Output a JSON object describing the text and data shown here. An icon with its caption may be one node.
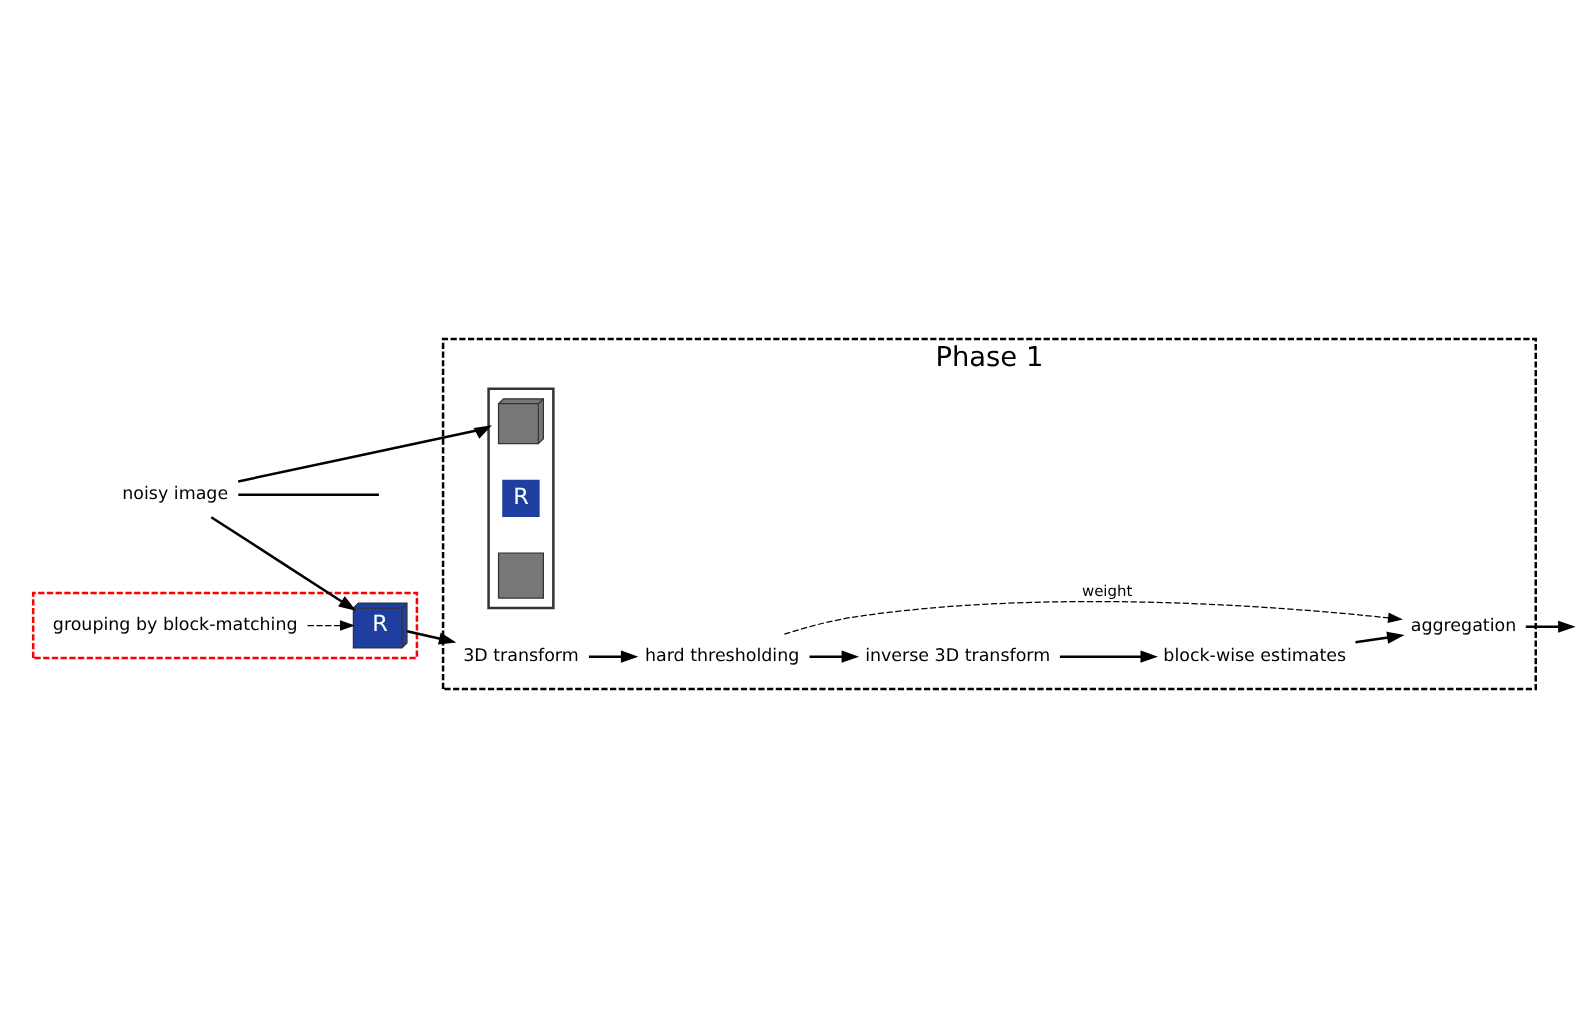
{
  "diagram": {
    "nodes": [
      {
        "text": [
          "Phase 1"
        ]
      },
      {
        "text": [
          "noisy image"
        ]
      },
      {
        "text": [],
        "shape": "box",
        "in": 0
      },
      {
        "text": [],
        "shape": "box",
        "in": 2
      },
      {
        "text": [
          "R"
        ],
        "in": 2
      },
      {
        "text": [],
        "shape": "box",
        "in": 2
      },
      {
        "text": [],
        "shape": "box"
      },
      {
        "text": [
          "grouping by block-matching"
        ],
        "in": 6
      },
      {
        "text": [
          "R"
        ],
        "in": 6
      },
      {
        "text": [
          "3D transform"
        ],
        "in": 0
      },
      {
        "text": [
          "hard thresholding"
        ],
        "in": 0
      },
      {
        "text": [
          "inverse 3D transform"
        ],
        "in": 0
      },
      {
        "text": [
          "block-wise estimates"
        ],
        "in": 0
      },
      {
        "text": [
          "aggregation"
        ],
        "in": 0
      }
    ],
    "edges": [
      {
        "from": 1,
        "to": 2,
        "arrow": "to"
      },
      {
        "from": 1,
        "to": 8,
        "arrow": "to"
      },
      {
        "from": 7,
        "to": 8,
        "arrow": "to",
        "style": "dashed"
      },
      {
        "from": 8,
        "to": 9,
        "arrow": "to"
      },
      {
        "from": 9,
        "to": 10,
        "arrow": "to"
      },
      {
        "from": 10,
        "to": 11,
        "arrow": "to"
      },
      {
        "from": 11,
        "to": 12,
        "arrow": "to"
      },
      {
        "from": 12,
        "to": 13,
        "arrow": "to"
      },
      {
        "from": 10,
        "to": 13,
        "arrow": "to",
        "style": "dashed",
        "label": "weight"
      },
      {
        "from": 13,
        "to": null,
        "arrow": "to"
      },
      {
        "from": 1,
        "to": null,
        "arrow": "none"
      }
    ]
  }
}
